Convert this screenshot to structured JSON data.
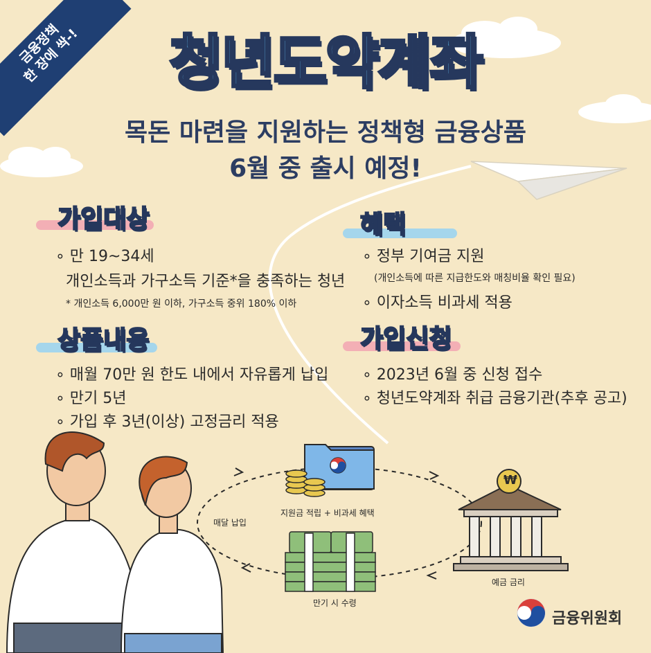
{
  "colors": {
    "background": "#f6e8c6",
    "navy": "#1f3f73",
    "title_fill": "#5fb7e8",
    "pink_brush": "#f3a8b3",
    "blue_brush": "#9cd4ef"
  },
  "corner_badge": {
    "line1": "금융정책",
    "line2": "한 장에 싹-!"
  },
  "title": "청년도약계좌",
  "subtitle": {
    "line1": "목돈 마련을 지원하는 정책형 금융상품",
    "line2": "6월 중 출시 예정!"
  },
  "sections": {
    "eligibility": {
      "heading": "가입대상",
      "items": [
        "∘ 만 19~34세",
        "개인소득과 가구소득 기준*을 충족하는 청년"
      ],
      "footnote": "* 개인소득 6,000만 원 이하, 가구소득 중위 180% 이하"
    },
    "benefits": {
      "heading": "혜택",
      "items": [
        "∘ 정부 기여금 지원",
        "∘ 이자소득 비과세 적용"
      ],
      "note": "(개인소득에 따른 지급한도와 매칭비율 확인 필요)"
    },
    "product": {
      "heading": "상품내용",
      "items": [
        "∘ 매월 70만 원 한도 내에서 자유롭게 납입",
        "∘ 만기 5년",
        "∘ 가입 후 3년(이상) 고정금리 적용"
      ]
    },
    "application": {
      "heading": "가입신청",
      "items": [
        "∘ 2023년 6월 중 신청 접수",
        "∘ 청년도약계좌 취급 금융기관(추후 공고)"
      ]
    }
  },
  "diagram": {
    "monthly_deposit": "매달 납입",
    "subsidy": "지원금 적립 + 비과세 혜택",
    "deposit_interest": "예금 금리",
    "maturity": "만기 시 수령",
    "won_symbol": "₩"
  },
  "logo": {
    "org": "금융위원회",
    "icon": "taegeuk-icon"
  }
}
